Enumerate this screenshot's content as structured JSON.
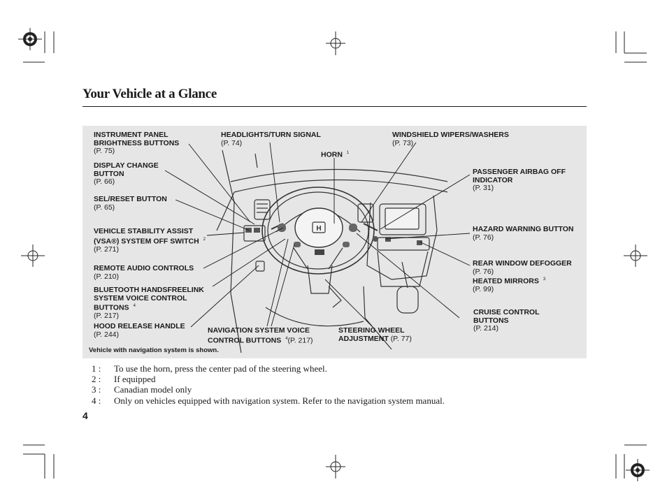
{
  "page": {
    "title": "Your Vehicle at a Glance",
    "page_number": "4",
    "caption": "Vehicle with navigation system is shown."
  },
  "labels": [
    {
      "lines": [
        "INSTRUMENT PANEL",
        "BRIGHTNESS BUTTONS"
      ],
      "ref": "(P. 75)"
    },
    {
      "lines": [
        "DISPLAY CHANGE",
        "BUTTON"
      ],
      "ref": "(P. 66)"
    },
    {
      "lines": [
        "SEL/RESET BUTTON"
      ],
      "ref": "(P. 65)"
    },
    {
      "lines": [
        "VEHICLE STABILITY ASSIST",
        "(VSA®) SYSTEM OFF SWITCH"
      ],
      "sup": "2",
      "ref": "(P. 271)"
    },
    {
      "lines": [
        "REMOTE AUDIO CONTROLS"
      ],
      "ref": "(P. 210)"
    },
    {
      "lines": [
        "BLUETOOTH HANDSFREELINK",
        "SYSTEM VOICE CONTROL",
        "BUTTONS"
      ],
      "sup": "4",
      "ref": "(P. 217)"
    },
    {
      "lines": [
        "HOOD RELEASE HANDLE"
      ],
      "ref": "(P. 244)"
    },
    {
      "lines": [
        "HEADLIGHTS/TURN SIGNAL"
      ],
      "ref": "(P. 74)"
    },
    {
      "lines": [
        "HORN"
      ],
      "sup": "1",
      "ref": ""
    },
    {
      "lines": [
        "WINDSHIELD WIPERS/WASHERS"
      ],
      "ref": "(P. 73)"
    },
    {
      "lines": [
        "PASSENGER AIRBAG OFF",
        "INDICATOR"
      ],
      "ref": "(P. 31)"
    },
    {
      "lines": [
        "HAZARD WARNING BUTTON"
      ],
      "ref": "(P. 76)"
    },
    {
      "lines": [
        "REAR WINDOW DEFOGGER"
      ],
      "ref": "(P. 76)"
    },
    {
      "lines": [
        "HEATED MIRRORS"
      ],
      "sup": "3",
      "ref": "(P. 99)"
    },
    {
      "lines": [
        "CRUISE CONTROL",
        "BUTTONS"
      ],
      "ref": "(P. 214)"
    },
    {
      "lines": [
        "NAVIGATION SYSTEM VOICE",
        "CONTROL BUTTONS"
      ],
      "sup": "4",
      "ref": "(P. 217)"
    },
    {
      "lines": [
        "STEERING WHEEL",
        "ADJUSTMENT"
      ],
      "ref": "(P. 77)"
    }
  ],
  "footnotes": [
    {
      "key": "1 :",
      "text": "To use the horn, press the center pad of the steering wheel."
    },
    {
      "key": "2 :",
      "text": "If equipped"
    },
    {
      "key": "3 :",
      "text": "Canadian model only"
    },
    {
      "key": "4 :",
      "text": "Only on vehicles equipped with navigation system. Refer to the navigation system manual."
    }
  ]
}
